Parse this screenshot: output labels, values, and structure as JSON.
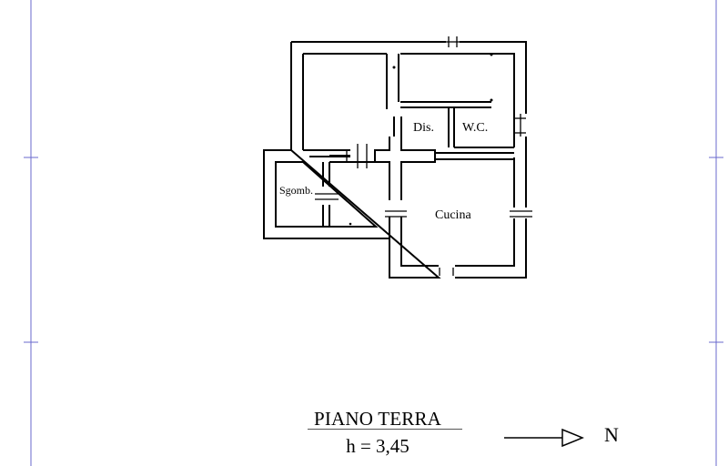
{
  "plan": {
    "rooms": {
      "dis": "Dis.",
      "wc": "W.C.",
      "sgomb": "Sgomb.",
      "cucina": "Cucina"
    },
    "title": "PIANO TERRA",
    "height": "h = 3,45",
    "north": "N"
  },
  "colors": {
    "wall": "#000000",
    "frame": "#6a6acd",
    "background": "#ffffff"
  },
  "icons": [
    "north-arrow-icon",
    "door-icon",
    "window-icon"
  ]
}
